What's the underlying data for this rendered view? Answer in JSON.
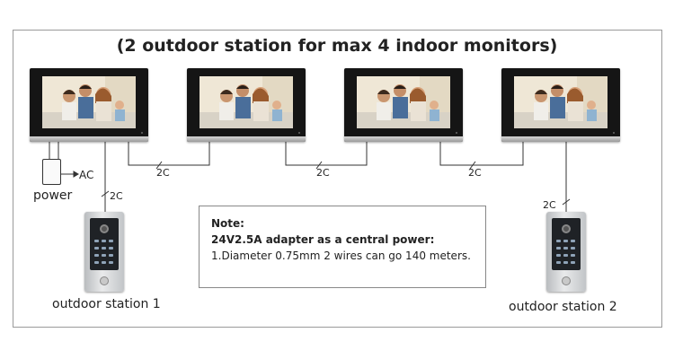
{
  "title": "(2 outdoor station for max 4 indoor monitors)",
  "wire_labels": [
    "2C",
    "2C",
    "2C",
    "2C",
    "2C"
  ],
  "ac_label": "AC",
  "power_label": "power",
  "note": {
    "heading": "Note:",
    "line1": "24V2.5A adapter as a central power:",
    "line2": "1.Diameter 0.75mm 2 wires can go 140 meters."
  },
  "outdoor_stations": [
    "outdoor station 1",
    "outdoor station 2"
  ],
  "indoor_monitor_count": 4
}
